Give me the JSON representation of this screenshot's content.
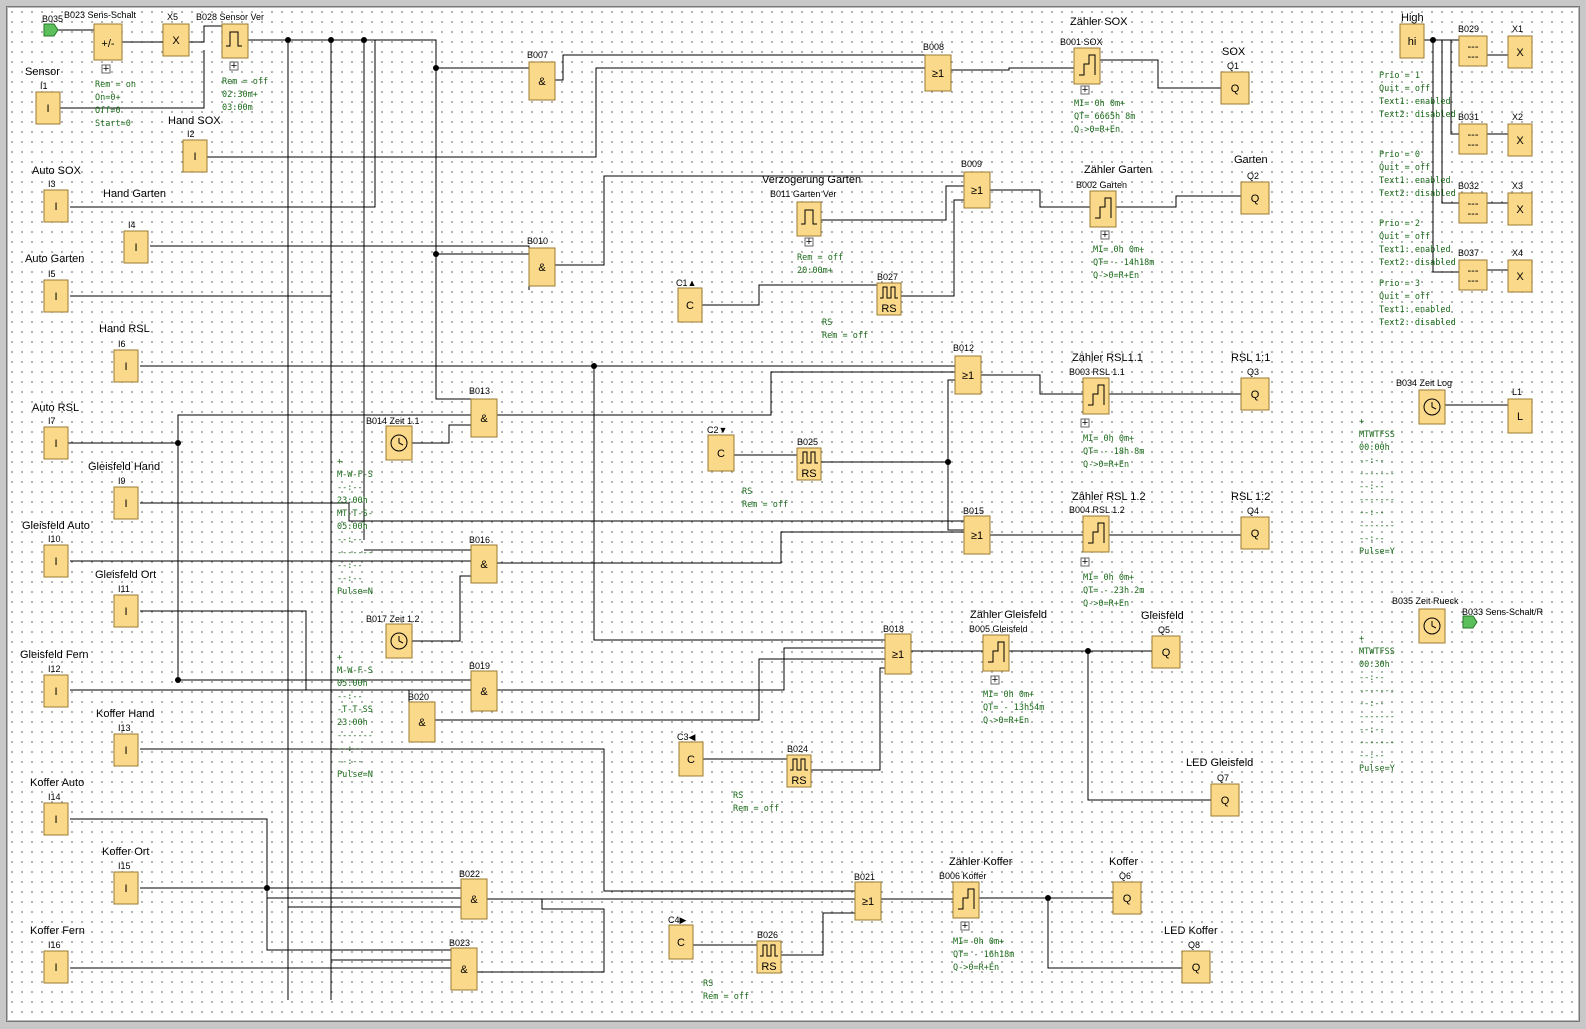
{
  "inputs": [
    {
      "id": "I1",
      "label": "Sensor",
      "tag": "I1"
    },
    {
      "id": "I2",
      "label": "Hand SOX",
      "tag": "I2"
    },
    {
      "id": "I3",
      "label": "Auto SOX",
      "tag": "I3"
    },
    {
      "id": "I3b",
      "label": "Hand Garten",
      "tag": ""
    },
    {
      "id": "I4",
      "label": "",
      "tag": "I4"
    },
    {
      "id": "I5",
      "label": "Auto Garten",
      "tag": "I5"
    },
    {
      "id": "I6",
      "label": "Hand RSL",
      "tag": "I6"
    },
    {
      "id": "I7",
      "label": "Auto RSL",
      "tag": "I7"
    },
    {
      "id": "I9",
      "label": "Gleisfeld Hand",
      "tag": "I9"
    },
    {
      "id": "I10",
      "label": "Gleisfeld Auto",
      "tag": "I10"
    },
    {
      "id": "I11",
      "label": "Gleisfeld Ort",
      "tag": "I11"
    },
    {
      "id": "I12",
      "label": "Gleisfeld Fern",
      "tag": "I12"
    },
    {
      "id": "I13",
      "label": "Koffer Hand",
      "tag": "I13"
    },
    {
      "id": "I14",
      "label": "Koffer Auto",
      "tag": "I14"
    },
    {
      "id": "I15",
      "label": "Koffer Ort",
      "tag": "I15"
    },
    {
      "id": "I16",
      "label": "Koffer Fern",
      "tag": "I16"
    }
  ],
  "outputs": [
    {
      "id": "Q1",
      "title": "SOX",
      "tag": "Q1"
    },
    {
      "id": "Q2",
      "title": "Garten",
      "tag": "Q2"
    },
    {
      "id": "Q3",
      "title": "RSL 1:1",
      "tag": "Q3"
    },
    {
      "id": "Q4",
      "title": "RSL 1:2",
      "tag": "Q4"
    },
    {
      "id": "Q5",
      "title": "Gleisfeld",
      "tag": "Q5"
    },
    {
      "id": "Q7",
      "title": "LED Gleisfeld",
      "tag": "Q7"
    },
    {
      "id": "Q6",
      "title": "Koffer",
      "tag": "Q6"
    },
    {
      "id": "Q8",
      "title": "LED Koffer",
      "tag": "Q8"
    }
  ],
  "blocks": {
    "b035_conn": "B035",
    "b023": "B023 Sens-Schalt",
    "x5": "X5",
    "b028": "B028 Sensor Ver",
    "b007": "B007",
    "b008": "B008",
    "b001_title": "Zähler SOX",
    "b001": "B001 SOX",
    "b009": "B009",
    "b011_title": "Verzögerung Garten",
    "b011": "B011 Garten Ver",
    "b002_title": "Zähler Garten",
    "b002": "B002 Garten",
    "b010": "B010",
    "c1": "C1▲",
    "b027": "B027",
    "b012": "B012",
    "b003_title": "Zähler RSL1.1",
    "b003": "B003 RSL 1.1",
    "b013": "B013",
    "b014": "B014 Zeit 1.1",
    "c2": "C2▼",
    "b025": "B025",
    "b015": "B015",
    "b004_title": "Zähler RSL 1.2",
    "b004": "B004 RSL 1.2",
    "b016": "B016",
    "b017": "B017 Zeit 1.2",
    "b018": "B018",
    "b005_title": "Zähler Gleisfeld",
    "b005": "B005 Gleisfeld",
    "b019": "B019",
    "b020": "B020",
    "c3": "C3◀",
    "b024": "B024",
    "b022": "B022",
    "b021": "B021",
    "b006_title": "Zähler Koffer",
    "b006": "B006 Koffer",
    "c4": "C4▶",
    "b026": "B026",
    "b023b": "B023",
    "high": "High",
    "hi": "hi",
    "b029": "B029",
    "x1": "X1",
    "b031": "B031",
    "x2": "X2",
    "b032": "B032",
    "x3": "X3",
    "b037": "B037",
    "x4": "X4",
    "b034": "B034 Zeit Log",
    "l1": "L1",
    "b035": "B035 Zeit Rueck",
    "b033": "B033 Sens-Schalt/R"
  },
  "params": {
    "b023": [
      "Rem = on",
      "On=0+",
      "Off=0",
      "Start=0"
    ],
    "b028": [
      "Rem = off",
      "02:30m+",
      "03:00m"
    ],
    "b001": [
      "MI=  0h 0m+",
      "QT= 6665h 8m",
      "Q->0=R+En"
    ],
    "b011": [
      "Rem = off",
      "20:00m+"
    ],
    "b027": [
      "RS",
      "Rem = off"
    ],
    "b002": [
      "MI=  0h 0m+",
      "QT= - 14h18m",
      "Q->0=R+En"
    ],
    "b003": [
      "MI=  0h 0m+",
      "QT= - 18h 8m",
      "Q->0=R+En"
    ],
    "b025": [
      "RS",
      "Rem = off"
    ],
    "b004": [
      "MI=  0h 0m+",
      "QT= - 23h 2m",
      "Q->0=R+En"
    ],
    "b014": [
      "+",
      "M-W-F-S",
      "--:--",
      "23:00h",
      "MT-T-S-",
      "05:00h",
      "--:--",
      "-------",
      "--:--",
      "--:--",
      "Pulse=N"
    ],
    "b017": [
      "+",
      "M-W-F-S",
      "05:00h",
      "--:--",
      "-T-T-SS",
      "23:00h",
      "-------",
      "--:--",
      "--:--",
      "Pulse=N"
    ],
    "b005": [
      "MI=  0h 0m+",
      "QT= - 13h54m",
      "Q->0=R+En"
    ],
    "b024": [
      "RS",
      "Rem = off"
    ],
    "b006": [
      "MI=  0h 0m+",
      "QT= - 16h18m",
      "Q->0=R+En"
    ],
    "b026": [
      "RS",
      "Rem = off"
    ],
    "b029": [
      "Prio = 1",
      "Quit = off",
      "Text1: enabled",
      "Text2: disabled"
    ],
    "b031": [
      "Prio = 0",
      "Quit = off",
      "Text1: enabled",
      "Text2: disabled"
    ],
    "b032": [
      "Prio = 2",
      "Quit = off",
      "Text1: enabled",
      "Text2: disabled"
    ],
    "b037": [
      "Prio = 3",
      "Quit = off",
      "Text1: enabled",
      "Text2: disabled"
    ],
    "b034": [
      "+",
      "MTWTFSS",
      "00:00h",
      "--:--",
      "-------",
      "--:--",
      "-------",
      "--:--",
      "-------",
      "--:--",
      "Pulse=Y"
    ],
    "b035": [
      "+",
      "MTWTFSS",
      "00:30h",
      "--:--",
      "-------",
      "--:--",
      "-------",
      "--:--",
      "-------",
      "--:--",
      "Pulse=Y"
    ]
  }
}
